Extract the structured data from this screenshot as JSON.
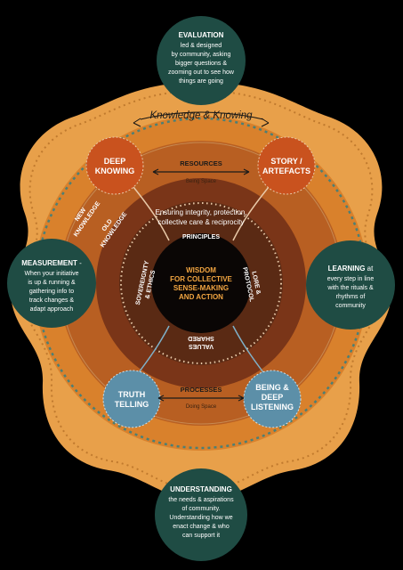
{
  "colors": {
    "background": "#000000",
    "outer_blob": "#E8A04A",
    "middle_ring": "#D9812C",
    "inner_ring": "#B85F22",
    "core_ring": "#5A2A14",
    "center": "#0A0605",
    "deep_knowing_circle": "#C9521E",
    "story_circle": "#C9521E",
    "truth_circle": "#5C8FA8",
    "being_circle": "#5C8FA8",
    "side_circles": "#1F4C44",
    "dotted_ring": "#3D7068",
    "title_white": "#FFFFFF",
    "center_text": "#F2A541"
  },
  "top_label": "Knowledge & Knowing",
  "evaluation": {
    "title": "EVALUATION",
    "lines": [
      "led & designed",
      "by community, asking",
      "bigger questions &",
      "zooming out to see how",
      "things are going"
    ]
  },
  "measurement": {
    "title": "MEASUREMENT",
    "title_suffix": " -",
    "lines": [
      "When your initiative",
      "is up & running &",
      "gathering info to",
      "track changes &",
      "adapt approach"
    ]
  },
  "learning": {
    "title": "LEARNING",
    "title_suffix": " at",
    "lines": [
      "every step in line",
      "with the rituals &",
      "rhythms of",
      "community"
    ]
  },
  "understanding": {
    "title": "UNDERSTANDING",
    "lines": [
      "the needs & aspirations",
      "of community.",
      "Understanding how we",
      "enact change & who",
      "can support it"
    ]
  },
  "nodes": {
    "deep_knowing": [
      "DEEP",
      "KNOWING"
    ],
    "story": [
      "STORY /",
      "ARTEFACTS"
    ],
    "truth": [
      "TRUTH",
      "TELLING"
    ],
    "being": [
      "BEING &",
      "DEEP",
      "LISTENING"
    ]
  },
  "resources": {
    "label": "RESOURCES",
    "sub": "Being Space"
  },
  "processes": {
    "label": "PROCESSES",
    "sub": "Doing Space"
  },
  "new_knowledge": [
    "NEW",
    "KNOWLEDGE"
  ],
  "old_knowledge": [
    "OLD",
    "KNOWLEDGE"
  ],
  "integrity": [
    "Ensuring integrity, protection,",
    "collective care & reciprocity"
  ],
  "principles": "PRINCIPLES",
  "sovereignty": [
    "SOVEREIGNTY",
    "& ETHICS"
  ],
  "lore": [
    "LORE &",
    "PROTOCOL"
  ],
  "shared_values": [
    "SHARED",
    "VALUES"
  ],
  "center_text": [
    "WISDOM",
    "FOR COLLECTIVE",
    "SENSE-MAKING",
    "AND ACTION"
  ]
}
